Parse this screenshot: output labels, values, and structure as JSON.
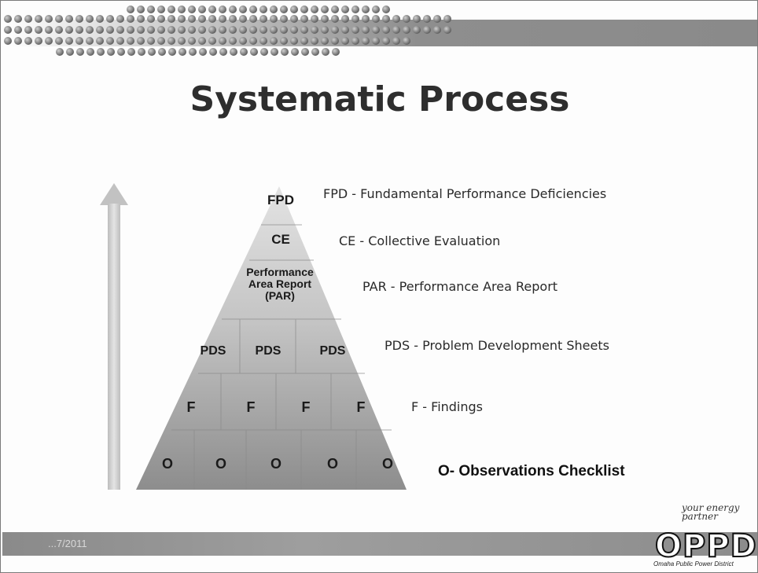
{
  "slide": {
    "title": "Systematic Process"
  },
  "pyramid": {
    "fpd": "FPD",
    "ce": "CE",
    "par": [
      "Performance",
      "Area Report",
      "(PAR)"
    ],
    "pds": [
      "PDS",
      "PDS",
      "PDS"
    ],
    "f": [
      "F",
      "F",
      "F",
      "F"
    ],
    "o": [
      "O",
      "O",
      "O",
      "O",
      "O"
    ]
  },
  "legend": {
    "fpd": "FPD - Fundamental Performance Deficiencies",
    "ce": "CE - Collective Evaluation",
    "par": "PAR - Performance Area Report",
    "pds": "PDS - Problem Development Sheets",
    "f": "F - Findings",
    "o": "O- Observations Checklist"
  },
  "footer": {
    "left_text": "...7/2011"
  },
  "logo": {
    "tagline": "your energy partner",
    "letters": "OPPD",
    "caption": "Omaha Public Power District"
  },
  "colors": {
    "title": "#2e2e2e",
    "band": "#8e8e8e"
  }
}
